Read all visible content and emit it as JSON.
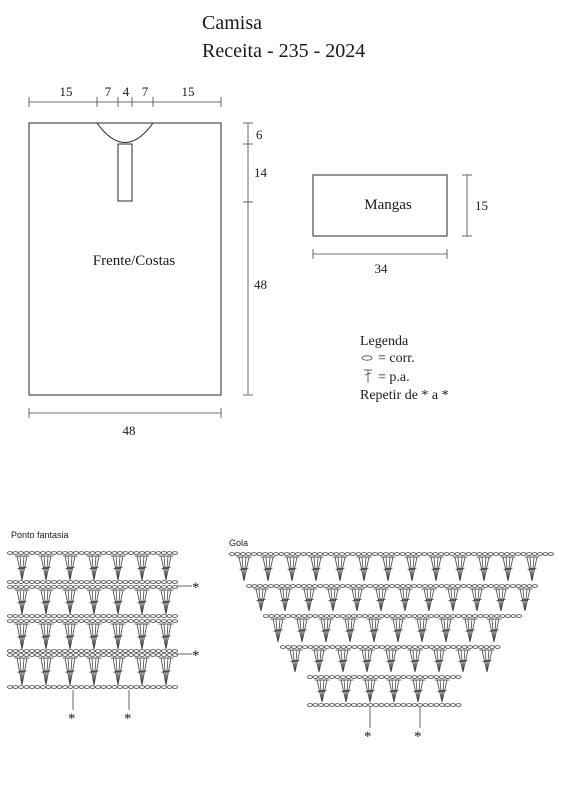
{
  "title": "Camisa",
  "subtitle": "Receita - 235 - 2024",
  "body_piece": {
    "label": "Frente/Costas",
    "top_measures": [
      "15",
      "7",
      "4",
      "7",
      "15"
    ],
    "side_measures": [
      "6",
      "14",
      "48"
    ],
    "bottom_measure": "48"
  },
  "sleeve_piece": {
    "label": "Mangas",
    "height_measure": "15",
    "width_measure": "34"
  },
  "legend": {
    "title": "Legenda",
    "chain": "= corr.",
    "dc": "= p.a.",
    "repeat": "Repetir de * a *"
  },
  "stitch_pattern": {
    "label": "Ponto fantasia",
    "repeat_mark": "*"
  },
  "collar": {
    "label": "Gola",
    "repeat_mark": "*"
  }
}
